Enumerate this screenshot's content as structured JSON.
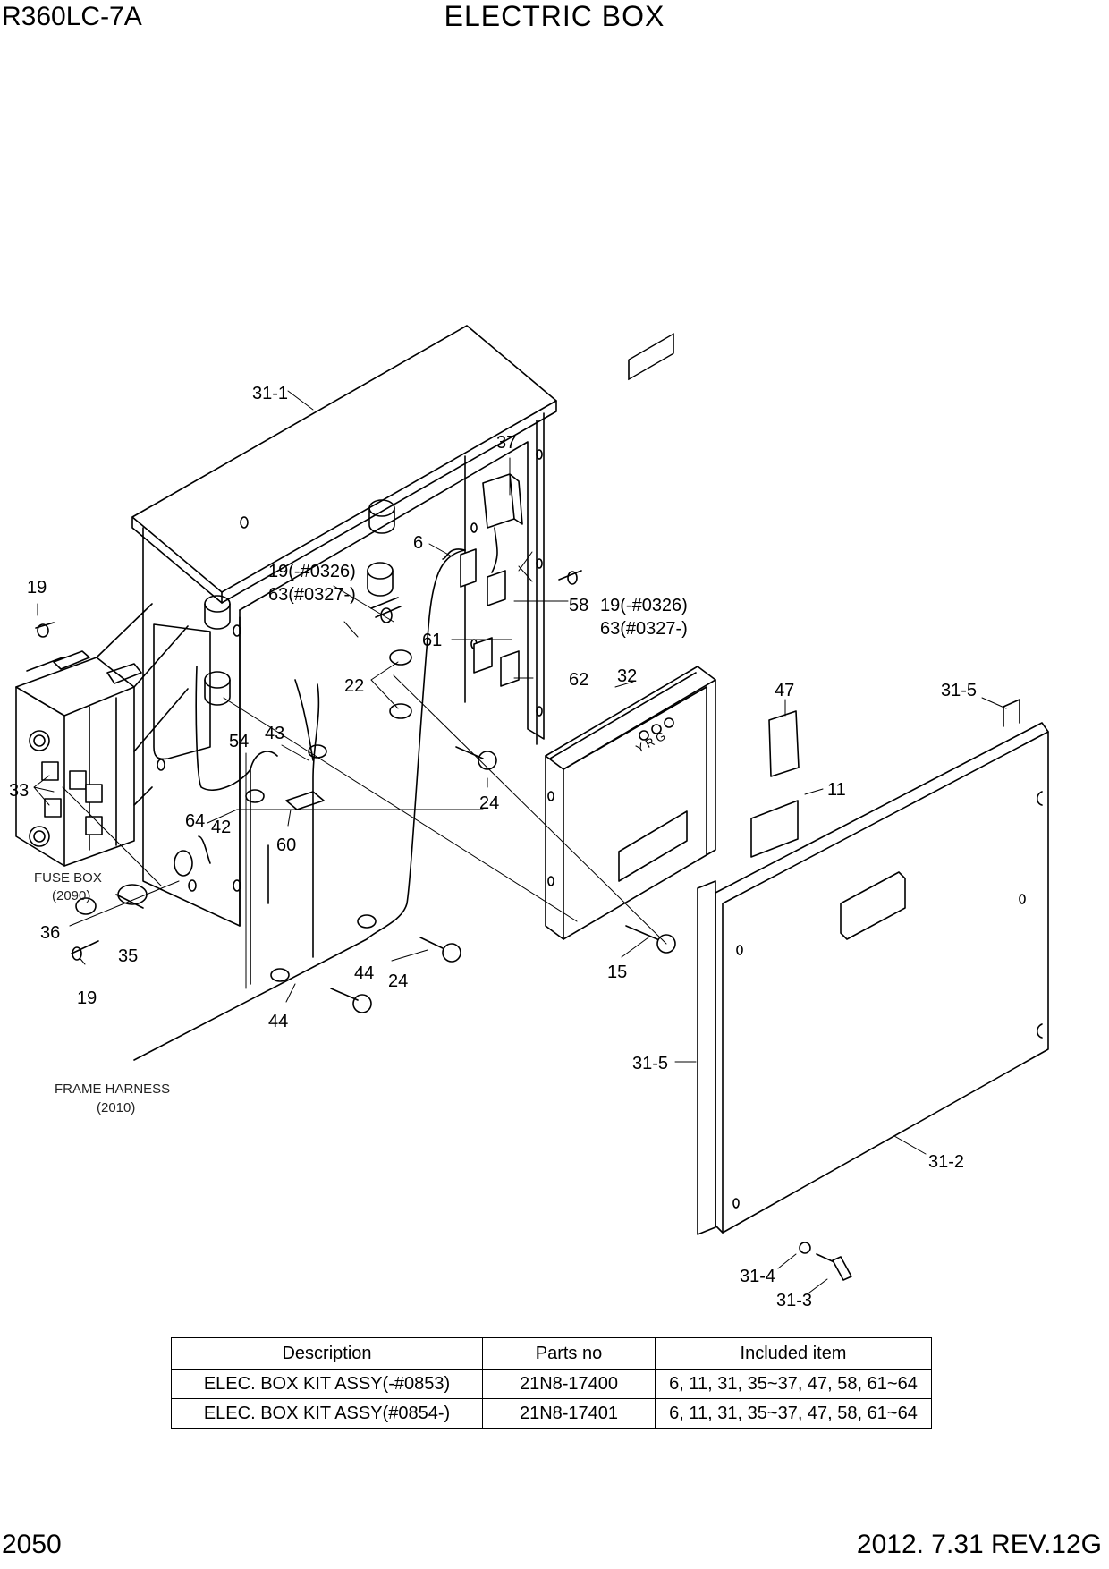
{
  "header": {
    "model": "R360LC-7A",
    "title": "ELECTRIC BOX"
  },
  "footer": {
    "page_number": "2050",
    "revision": "2012. 7.31  REV.12G"
  },
  "callouts": {
    "c31_1": "31-1",
    "c37": "37",
    "c6": "6",
    "c19_top": "19(-#0326)",
    "c63_top": "63(#0327-)",
    "c19_left": "19",
    "c58": "58",
    "c19_right": "19(-#0326)",
    "c63_right": "63(#0327-)",
    "c61": "61",
    "c22": "22",
    "c62": "62",
    "c32": "32",
    "c47": "47",
    "c31_5_top": "31-5",
    "c54": "54",
    "c43": "43",
    "c33": "33",
    "c11": "11",
    "c24_top": "24",
    "c64": "64",
    "c42": "42",
    "c60": "60",
    "c36": "36",
    "c35": "35",
    "c19_bottom": "19",
    "c44_right": "44",
    "c24_bottom": "24",
    "c15": "15",
    "c44_left": "44",
    "c31_5_side": "31-5",
    "c31_2": "31-2",
    "c31_4": "31-4",
    "c31_3": "31-3"
  },
  "annotations": {
    "fuse_box": "FUSE BOX",
    "fuse_box_ref": "(2090)",
    "frame_harness": "FRAME HARNESS",
    "frame_harness_ref": "(2010)",
    "controller_leds": "Y R G"
  },
  "parts_table": {
    "headers": [
      "Description",
      "Parts no",
      "Included item"
    ],
    "rows": [
      [
        "ELEC. BOX KIT ASSY(-#0853)",
        "21N8-17400",
        "6, 11, 31, 35~37, 47, 58, 61~64"
      ],
      [
        "ELEC. BOX KIT ASSY(#0854-)",
        "21N8-17401",
        "6, 11, 31, 35~37, 47, 58, 61~64"
      ]
    ]
  }
}
